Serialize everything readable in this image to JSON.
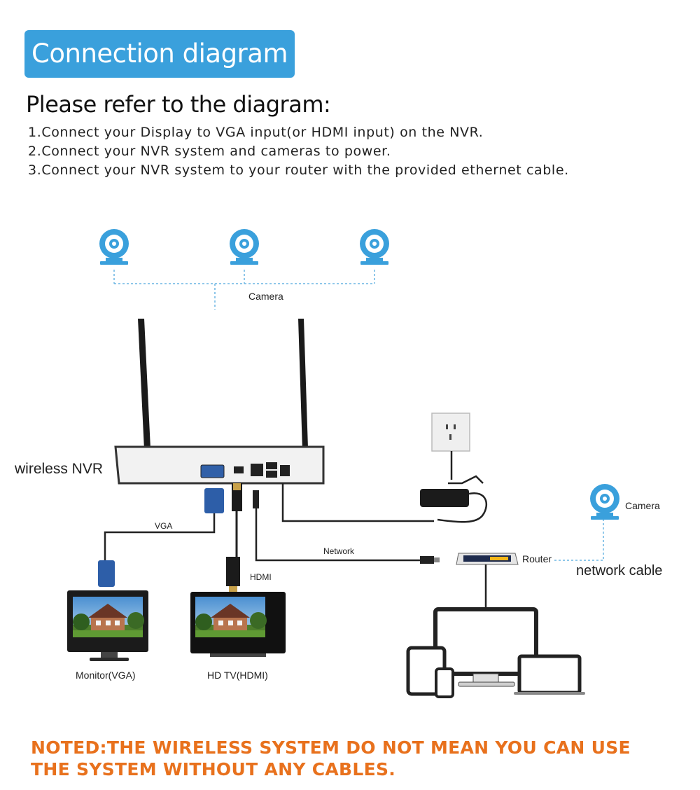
{
  "header": {
    "title": "Connection diagram"
  },
  "intro": {
    "subtitle": "Please refer to the diagram:"
  },
  "steps": [
    "1.Connect your Display to VGA input(or HDMI input) on the NVR.",
    "2.Connect your NVR system and cameras to power.",
    "3.Connect your NVR system to your router with the provided ethernet cable."
  ],
  "diagram": {
    "camera_label": "Camera",
    "nvr_label": "wireless NVR",
    "vga_label": "VGA",
    "hdmi_label": "HDMI",
    "network_label": "Network",
    "router_label": "Router",
    "remote_camera_label": "Camera",
    "network_cable_label": "network cable",
    "monitor_label": "Monitor(VGA)",
    "tv_label": "HD TV(HDMI)"
  },
  "note": {
    "text": "NOTED:THE WIRELESS SYSTEM DO NOT MEAN YOU CAN USE THE SYSTEM WITHOUT ANY CABLES."
  },
  "colors": {
    "accent": "#3aa0dc",
    "camera": "#3aa0dc",
    "note": "#e8711d"
  }
}
